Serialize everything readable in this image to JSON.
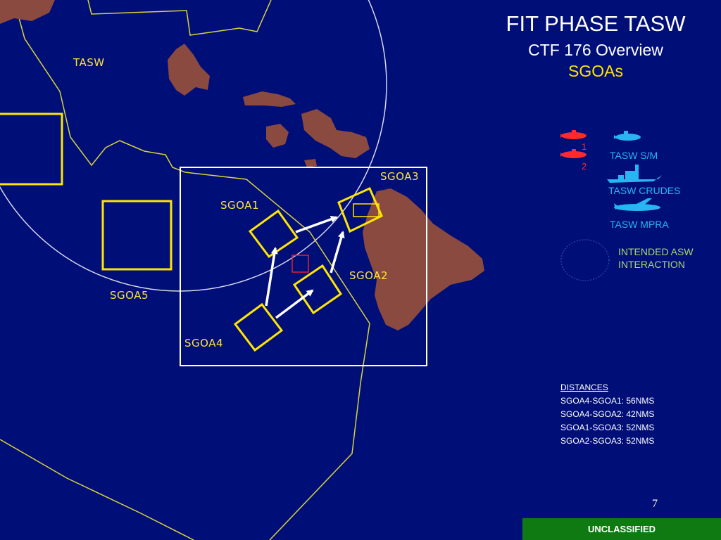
{
  "title": {
    "line1": "FIT PHASE TASW",
    "line2": "CTF 176 Overview",
    "line3": "SGOAs"
  },
  "map_labels": {
    "tasw": "TASW",
    "sgoa1": "SGOA1",
    "sgoa2": "SGOA2",
    "sgoa3": "SGOA3",
    "sgoa4": "SGOA4",
    "sgoa5": "SGOA5"
  },
  "legend": {
    "sub_number_1": "1",
    "sub_number_2": "2",
    "sub_label": "TASW S/M",
    "crudes_label": "TASW CRUDES",
    "mpra_label": "TASW MPRA",
    "asw_label_line1": "INTENDED ASW",
    "asw_label_line2": "INTERACTION"
  },
  "distances": {
    "heading": "DISTANCES",
    "items": [
      "SGOA4-SGOA1: 56NMS",
      "SGOA4-SGOA2: 42NMS",
      "SGOA1-SGOA3: 52NMS",
      "SGOA2-SGOA3: 52NMS"
    ]
  },
  "page_number": "7",
  "classification": "UNCLASSIFIED",
  "colors": {
    "ocean": "#000e78",
    "land": "#8b4a40",
    "boundary": "#d9d43a",
    "sgoa_box": "#ffe600",
    "range_ring": "#d8d8e8",
    "friendly_blue": "#27b6f2",
    "opposing_red": "#ff2a2a",
    "classification_bar": "#0f7a12"
  }
}
